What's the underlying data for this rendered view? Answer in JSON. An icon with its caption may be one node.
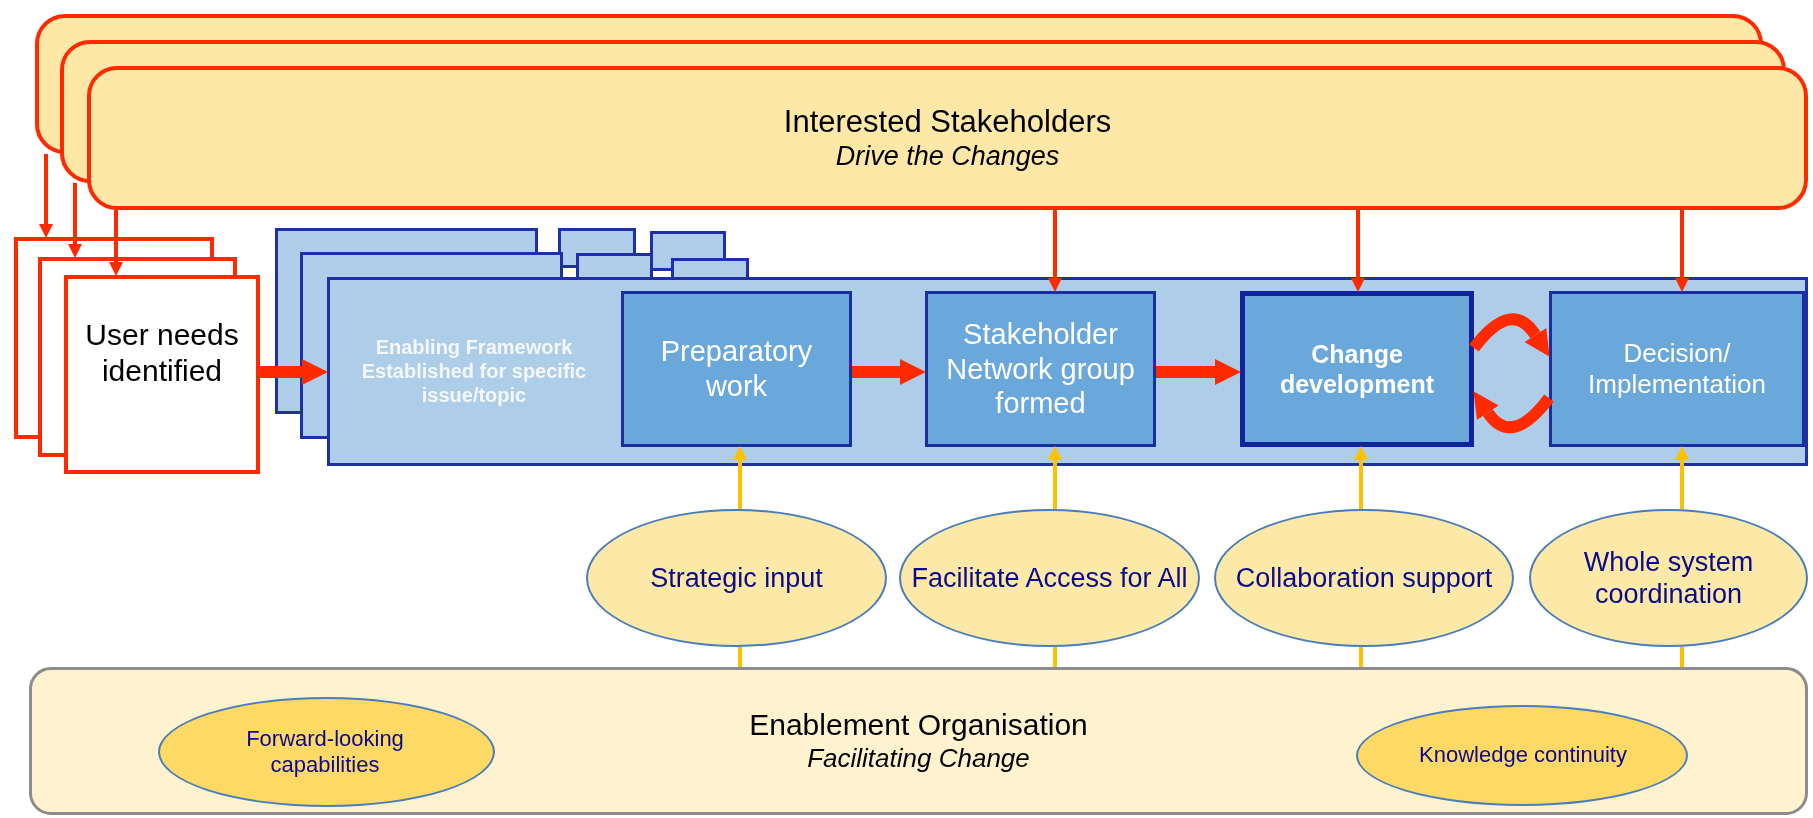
{
  "diagram": {
    "nodes": [
      {
        "text": [
          "Interested Stakeholders",
          "Drive the Changes"
        ]
      },
      {
        "text": [
          "User needs identified"
        ]
      },
      {
        "text": [
          "Enabling Framework Established for specific issue/topic"
        ]
      },
      {
        "text": [
          "Preparatory work"
        ],
        "in": 2
      },
      {
        "text": [
          "Stakeholder Network group formed"
        ],
        "in": 2
      },
      {
        "text": [
          "Change development"
        ],
        "in": 2
      },
      {
        "text": [
          "Decision/ Implementation"
        ],
        "in": 2
      },
      {
        "text": [
          "Strategic input"
        ]
      },
      {
        "text": [
          "Facilitate Access for All"
        ]
      },
      {
        "text": [
          "Collaboration support"
        ]
      },
      {
        "text": [
          "Whole system coordination"
        ]
      },
      {
        "text": [
          "Enablement Organisation",
          "Facilitating Change"
        ]
      },
      {
        "text": [
          "Forward-looking capabilities"
        ],
        "in": 11
      },
      {
        "text": [
          "Knowledge continuity"
        ],
        "in": 11
      }
    ],
    "edges": [
      {
        "from": 0,
        "to": 1,
        "arrow": "to"
      },
      {
        "from": 0,
        "to": 1,
        "arrow": "to"
      },
      {
        "from": 0,
        "to": 1,
        "arrow": "to"
      },
      {
        "from": 1,
        "to": 2,
        "arrow": "to",
        "style": "thick"
      },
      {
        "from": 3,
        "to": 4,
        "arrow": "to",
        "style": "thick"
      },
      {
        "from": 4,
        "to": 5,
        "arrow": "to",
        "style": "thick"
      },
      {
        "from": 5,
        "to": 6,
        "arrow": "to",
        "style": "thick"
      },
      {
        "from": 6,
        "to": 5,
        "arrow": "to",
        "style": "thick"
      },
      {
        "from": 0,
        "to": 4,
        "arrow": "to"
      },
      {
        "from": 0,
        "to": 5,
        "arrow": "to"
      },
      {
        "from": 0,
        "to": 6,
        "arrow": "to"
      },
      {
        "from": 7,
        "to": 3,
        "arrow": "to",
        "color": "#ffc000"
      },
      {
        "from": 8,
        "to": 4,
        "arrow": "to",
        "color": "#ffc000"
      },
      {
        "from": 9,
        "to": 5,
        "arrow": "to",
        "color": "#ffc000"
      },
      {
        "from": 10,
        "to": 6,
        "arrow": "to",
        "color": "#ffc000"
      },
      {
        "from": 11,
        "to": 7,
        "arrow": "none",
        "color": "#ffc000"
      },
      {
        "from": 11,
        "to": 8,
        "arrow": "none",
        "color": "#ffc000"
      },
      {
        "from": 11,
        "to": 9,
        "arrow": "none",
        "color": "#ffc000"
      },
      {
        "from": 11,
        "to": 10,
        "arrow": "none",
        "color": "#ffc000"
      }
    ]
  }
}
